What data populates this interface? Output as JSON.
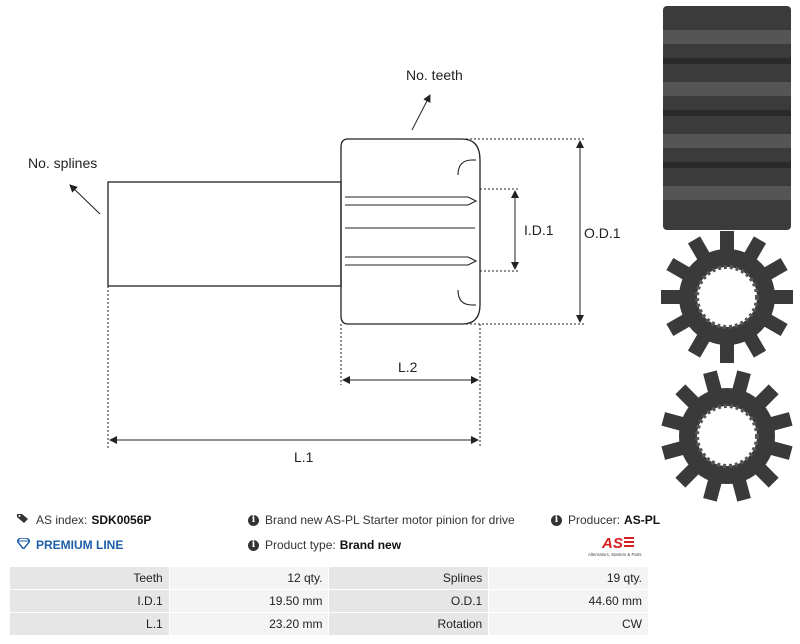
{
  "drawing": {
    "labels": {
      "no_teeth": "No. teeth",
      "no_splines": "No. splines",
      "id1": "I.D.1",
      "od1": "O.D.1",
      "l2": "L.2",
      "l1": "L.1"
    }
  },
  "info": {
    "as_index_label": "AS index:",
    "as_index_value": "SDK0056P",
    "premium_line": "PREMIUM LINE",
    "description": "Brand new AS-PL Starter motor pinion for drive",
    "product_type_label": "Product type:",
    "product_type_value": "Brand new",
    "producer_label": "Producer:",
    "producer_value": "AS-PL",
    "logo_text": "AS",
    "logo_subtext": "Alternators, Starters & Parts"
  },
  "specs": [
    {
      "label": "Teeth",
      "value": "12 qty.",
      "label2": "Splines",
      "value2": "19 qty."
    },
    {
      "label": "I.D.1",
      "value": "19.50 mm",
      "label2": "O.D.1",
      "value2": "44.60 mm"
    },
    {
      "label": "L.1",
      "value": "23.20 mm",
      "label2": "Rotation",
      "value2": "CW"
    }
  ],
  "colors": {
    "accent_blue": "#1c5fa8",
    "logo_red": "#d42020"
  }
}
